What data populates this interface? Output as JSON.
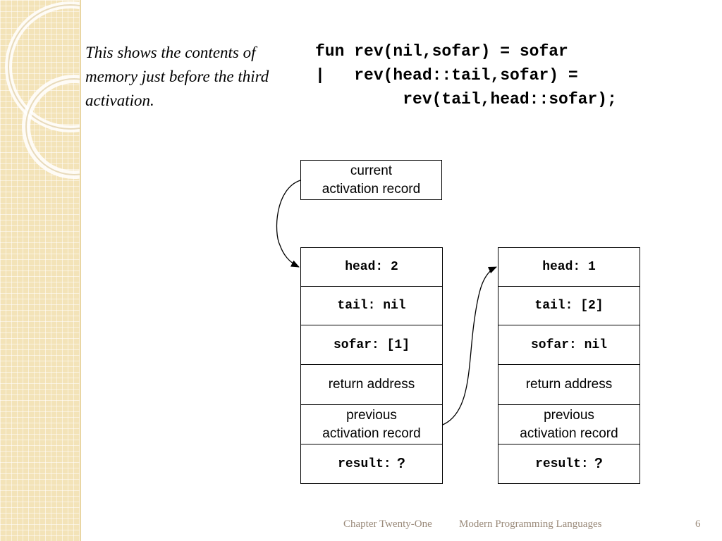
{
  "caption": "This shows the contents of memory just before the third activation.",
  "code": {
    "line1": "fun rev(nil,sofar) = sofar",
    "line2": "|   rev(head::tail,sofar) =",
    "line3": "         rev(tail,head::sofar);"
  },
  "current_box": {
    "line1": "current",
    "line2": "activation record"
  },
  "records": [
    {
      "head": "head: 2",
      "tail": "tail: nil",
      "sofar": "sofar: [1]",
      "return_address": "return address",
      "previous_line1": "previous",
      "previous_line2": "activation record",
      "result_label": "result:",
      "result_value": "?"
    },
    {
      "head": "head: 1",
      "tail": "tail: [2]",
      "sofar": "sofar: nil",
      "return_address": "return address",
      "previous_line1": "previous",
      "previous_line2": "activation record",
      "result_label": "result:",
      "result_value": "?"
    }
  ],
  "footer": {
    "chapter": "Chapter Twenty-One",
    "book": "Modern Programming Languages",
    "page": "6"
  },
  "colors": {
    "band": "#f3e3b8",
    "footer_text": "#9a8a7a"
  }
}
